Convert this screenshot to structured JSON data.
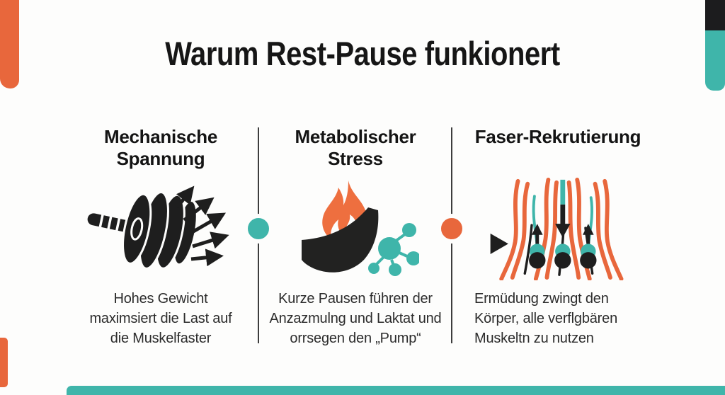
{
  "title": "Warum Rest-Pause funkionert",
  "palette": {
    "orange": "#E8673C",
    "teal": "#3FB5AA",
    "ink": "#1E1E1E"
  },
  "columns": [
    {
      "heading": "Mechanische\nSpannung",
      "icon": "barbell-with-tension-arrows",
      "body": "Hohes Gewicht\nmaximsiert die Last auf\ndie Muskelfaster"
    },
    {
      "heading": "Metabolischer\nStress",
      "icon": "flame-arm-with-molecule",
      "body": "Kurze Pausen führen der\nAnzazmulng und Laktat und\norrsegen den „Pump“"
    },
    {
      "heading": "Faser-Rekrutierung",
      "icon": "muscle-fibers-recruitment",
      "body": "Ermüdung zwingt den\nKörper, alle verflgbären\nMuskeltn zu nutzen"
    }
  ],
  "connectors": [
    {
      "name": "teal-dot",
      "style": "background:#3FB5AA"
    },
    {
      "name": "orange-dot",
      "style": "background:#E8673C"
    }
  ]
}
